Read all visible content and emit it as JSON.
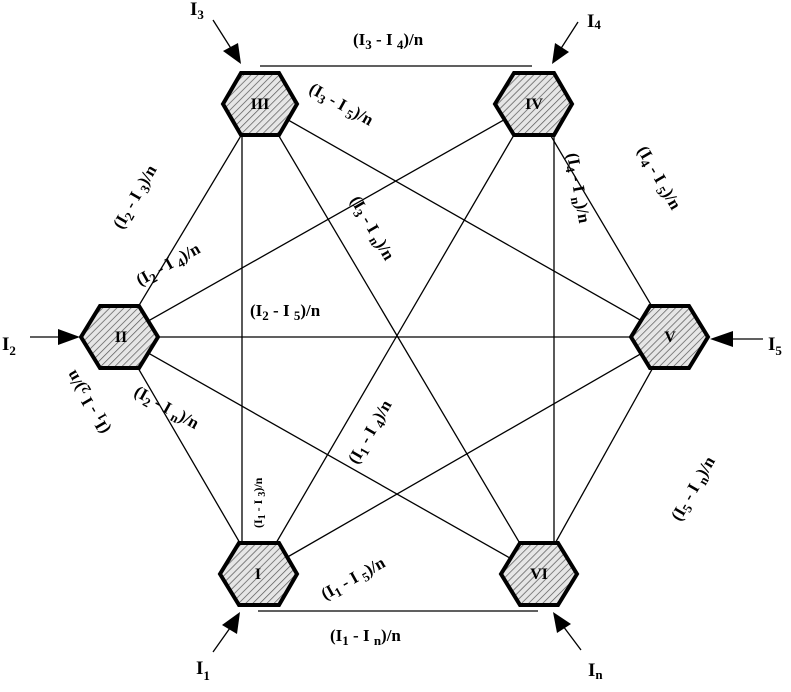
{
  "nodes": [
    {
      "id": "I",
      "label": "I"
    },
    {
      "id": "II",
      "label": "II"
    },
    {
      "id": "III",
      "label": "III"
    },
    {
      "id": "IV",
      "label": "IV"
    },
    {
      "id": "V",
      "label": "V"
    },
    {
      "id": "VI",
      "label": "VI"
    }
  ],
  "inputs": [
    {
      "name": "I",
      "sub": "1"
    },
    {
      "name": "I",
      "sub": "2"
    },
    {
      "name": "I",
      "sub": "3"
    },
    {
      "name": "I",
      "sub": "4"
    },
    {
      "name": "I",
      "sub": "5"
    },
    {
      "name": "I",
      "sub": "n"
    }
  ],
  "edges": [
    {
      "pre": "(I",
      "a": "3",
      "mid": " - I ",
      "b": "4",
      "post": ")/n"
    },
    {
      "pre": "(I",
      "a": "3",
      "mid": " - I ",
      "b": "5",
      "post": ")/n"
    },
    {
      "pre": "(I",
      "a": "2",
      "mid": " - I ",
      "b": "3",
      "post": ")/n"
    },
    {
      "pre": "(I",
      "a": "4",
      "mid": " - I ",
      "b": "5",
      "post": ")/n"
    },
    {
      "pre": "(I",
      "a": "3",
      "mid": " - I ",
      "b": "n",
      "post": ")/n"
    },
    {
      "pre": "(I",
      "a": "4",
      "mid": " - I ",
      "b": "n",
      "post": ")/n"
    },
    {
      "pre": "(I",
      "a": "2",
      "mid": " - I ",
      "b": "4",
      "post": ")/n"
    },
    {
      "pre": "(I",
      "a": "2",
      "mid": " - I ",
      "b": "5",
      "post": ")/n"
    },
    {
      "pre": "(I",
      "a": "2",
      "mid": " - I ",
      "b": "n",
      "post": ")/n"
    },
    {
      "pre": "(I",
      "a": "1",
      "mid": " - I ",
      "b": "2",
      "post": ")/n"
    },
    {
      "pre": "(I",
      "a": "1",
      "mid": " - I ",
      "b": "3",
      "post": ")/n"
    },
    {
      "pre": "(I",
      "a": "1",
      "mid": " - I ",
      "b": "4",
      "post": ")/n"
    },
    {
      "pre": "(I",
      "a": "1",
      "mid": " - I ",
      "b": "5",
      "post": ")/n"
    },
    {
      "pre": "(I",
      "a": "5",
      "mid": " - I ",
      "b": "n",
      "post": ")/n"
    },
    {
      "pre": "(I",
      "a": "1",
      "mid": " - I ",
      "b": "n",
      "post": ")/n"
    }
  ]
}
